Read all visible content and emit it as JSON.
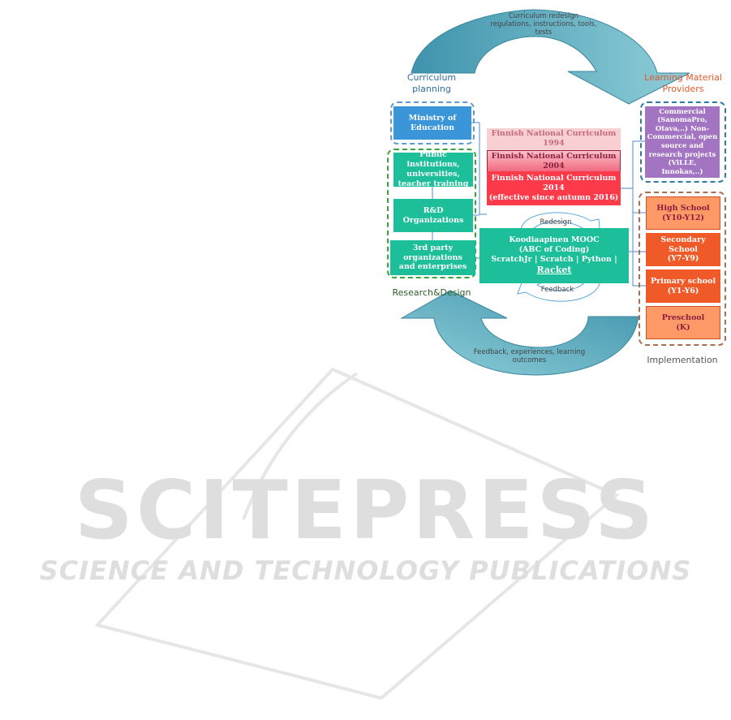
{
  "watermark": {
    "title": "SCITEPRESS",
    "subtitle": "SCIENCE AND TECHNOLOGY PUBLICATIONS"
  },
  "diagram": {
    "top_arrow_text": [
      "Curriculum redesign",
      "regulations, instructions, tools,",
      "tests"
    ],
    "bottom_arrow_text": [
      "Feedback, experiences, learning",
      "outcomes"
    ],
    "curriculum_planning": "Curriculum planning",
    "learning_material_providers": "Learning Material Providers",
    "research_design": "Research&Design",
    "implementation": "Implementation",
    "ministry": "Ministry of Education",
    "public_institutions": "Public institutions, universities, teacher training",
    "rd_organizations": "R&D Organizations",
    "third_party": "3rd party organizations and enterprises",
    "curricula": [
      "Finnish National Curriculum 1994",
      "Finnish National Curriculum 2004",
      "Finnish National Curriculum 2014",
      "(effective since autumn 2016)"
    ],
    "mooc": {
      "title": "Koodiaapinen MOOC",
      "subtitle": "(ABC of Coding)",
      "tools": "ScratchJr | Scratch | Python |",
      "racket": "Racket",
      "redesign": "Redesign",
      "feedback": "Feedback"
    },
    "providers": "Commercial (SanomaPro, Otava,..) Non-Commercial, open source and research projects (ViLLE, Innokas,..)",
    "schools": [
      {
        "name": "High School",
        "years": "(Y10-Y12)"
      },
      {
        "name": "Secondary School",
        "years": "(Y7-Y9)"
      },
      {
        "name": "Primary school",
        "years": "(Y1-Y6)"
      },
      {
        "name": "Preschool",
        "years": "(K)"
      }
    ],
    "colors": {
      "ministry": "#3a96d9",
      "green": "#1dbe9a",
      "purple": "#a374c2",
      "red": "#fd3a4a",
      "orange_dark": "#f05a28",
      "orange_light": "#fd9966",
      "arrow": "#4ea5bd"
    }
  }
}
